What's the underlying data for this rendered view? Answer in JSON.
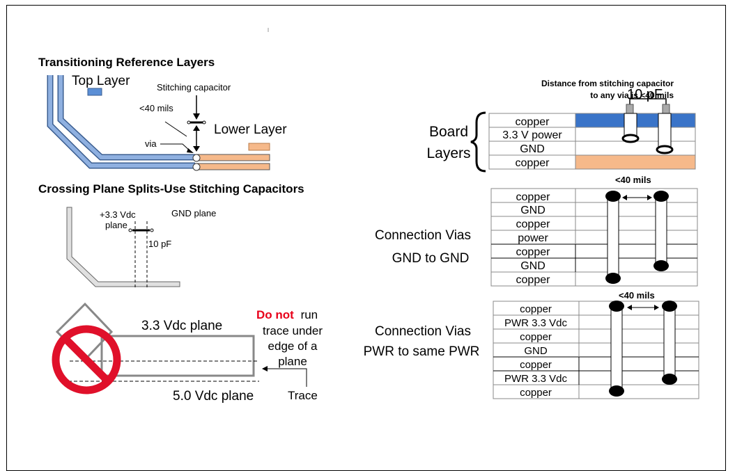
{
  "section1": {
    "title": "Transitioning Reference Layers",
    "top_layer_label": "Top Layer",
    "stitching_cap_label": "Stitching capacitor",
    "distance_label": "<40 mils",
    "lower_layer_label": "Lower Layer",
    "via_label": "via"
  },
  "section2": {
    "title": "Crossing Plane Splits-Use Stitching Capacitors",
    "plane_left_line1": "+3.3 Vdc",
    "plane_left_line2": "plane",
    "gnd_plane_label": "GND plane",
    "cap_value": "10 pF"
  },
  "section3": {
    "warning_bold": "Do not",
    "warning_rest_line1": "run",
    "warning_line2": "trace under",
    "warning_line3": "edge of a",
    "warning_line4": "plane",
    "plane_top_label": "3.3 Vdc plane",
    "plane_bottom_label": "5.0 Vdc plane",
    "trace_label": "Trace"
  },
  "board_layers": {
    "note_line1": "Distance from stitching capacitor",
    "note_line2": "to any via is <40 mils",
    "cap_value": "10 pF",
    "group_line1": "Board",
    "group_line2": "Layers",
    "rows": [
      "copper",
      "3.3 V power",
      "GND",
      "copper"
    ]
  },
  "vias_gnd": {
    "distance_label": "<40 mils",
    "caption_line1": "Connection Vias",
    "caption_line2": "GND to GND",
    "rows": [
      "copper",
      "GND",
      "copper",
      "power",
      "copper",
      "GND",
      "copper"
    ]
  },
  "vias_pwr": {
    "distance_label": "<40 mils",
    "caption_line1": "Connection Vias",
    "caption_line2": "PWR to same PWR",
    "rows": [
      "copper",
      "PWR 3.3 Vdc",
      "copper",
      "GND",
      "copper",
      "PWR 3.3 Vdc",
      "copper"
    ]
  },
  "colors": {
    "blue_layer": "#5b8fd6",
    "orange_layer": "#f6b98a",
    "warning_red": "#e8001a",
    "no_sign_red": "#e0102a"
  }
}
